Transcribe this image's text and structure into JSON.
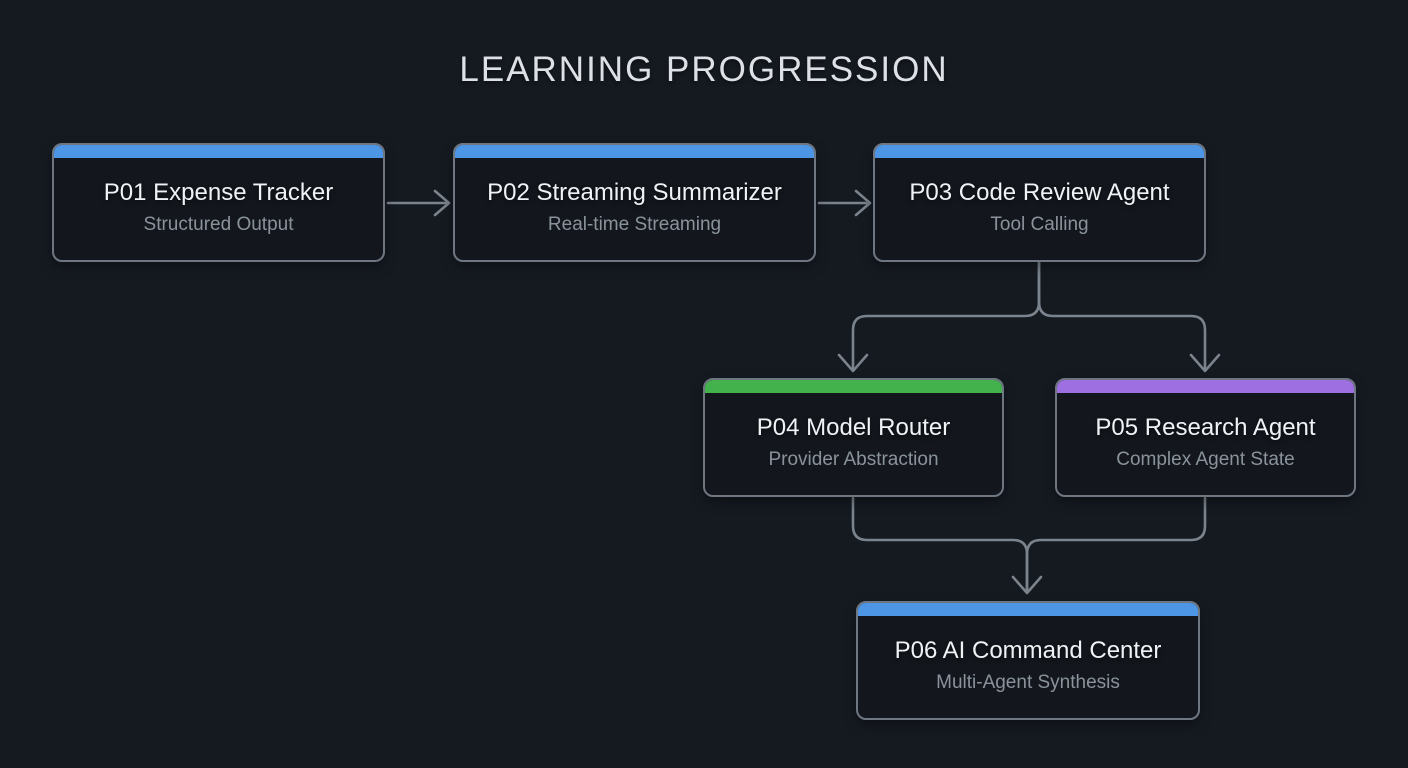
{
  "title": "LEARNING PROGRESSION",
  "colors": {
    "background": "#151a21",
    "node_border": "#6e7781",
    "connector": "#7b838d",
    "blue": "#4d96e6",
    "green": "#43b14c",
    "purple": "#9e6fe0"
  },
  "nodes": [
    {
      "id": "p01",
      "title": "P01 Expense Tracker",
      "subtitle": "Structured Output",
      "accent": "blue"
    },
    {
      "id": "p02",
      "title": "P02 Streaming Summarizer",
      "subtitle": "Real-time Streaming",
      "accent": "blue"
    },
    {
      "id": "p03",
      "title": "P03 Code Review Agent",
      "subtitle": "Tool Calling",
      "accent": "blue"
    },
    {
      "id": "p04",
      "title": "P04 Model Router",
      "subtitle": "Provider Abstraction",
      "accent": "green"
    },
    {
      "id": "p05",
      "title": "P05 Research Agent",
      "subtitle": "Complex Agent State",
      "accent": "purple"
    },
    {
      "id": "p06",
      "title": "P06 AI Command Center",
      "subtitle": "Multi-Agent Synthesis",
      "accent": "blue"
    }
  ],
  "edges": [
    {
      "from": "p01",
      "to": "p02"
    },
    {
      "from": "p02",
      "to": "p03"
    },
    {
      "from": "p03",
      "to": "p04"
    },
    {
      "from": "p03",
      "to": "p05"
    },
    {
      "from": "p04",
      "to": "p06"
    },
    {
      "from": "p05",
      "to": "p06"
    }
  ]
}
